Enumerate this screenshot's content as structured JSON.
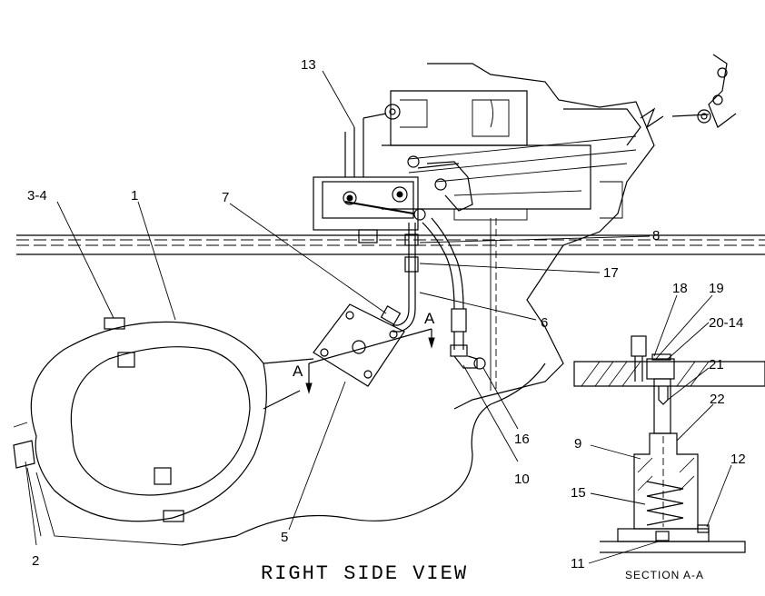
{
  "view_title": "RIGHT SIDE VIEW",
  "section_title": "SECTION A-A",
  "section_markers": [
    "A",
    "A"
  ],
  "callouts": {
    "c1": "1",
    "c2": "2",
    "c3_4": "3-4",
    "c5": "5",
    "c6": "6",
    "c7": "7",
    "c8": "8",
    "c9": "9",
    "c10": "10",
    "c11": "11",
    "c12": "12",
    "c13": "13",
    "c15": "15",
    "c16": "16",
    "c17": "17",
    "c18": "18",
    "c19": "19",
    "c20_14": "20-14",
    "c21": "21",
    "c22": "22"
  }
}
